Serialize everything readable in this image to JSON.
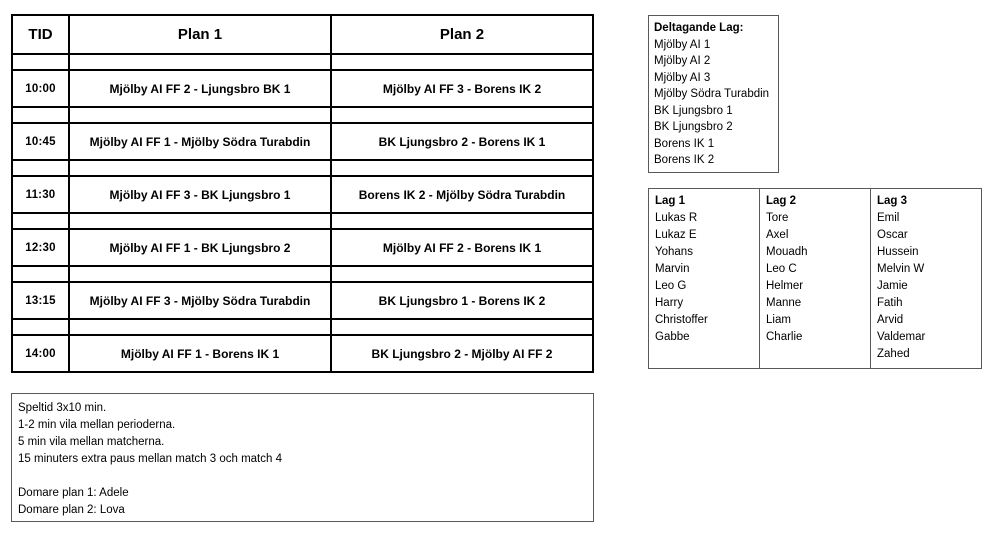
{
  "schedule": {
    "columns": [
      "TID",
      "Plan 1",
      "Plan 2"
    ],
    "rows": [
      {
        "time": "10:00",
        "plan1": "Mjölby AI FF 2 - Ljungsbro BK 1",
        "plan2": "Mjölby AI FF 3 - Borens IK 2"
      },
      {
        "time": "10:45",
        "plan1": "Mjölby AI FF 1 - Mjölby Södra Turabdin",
        "plan2": "BK Ljungsbro 2 - Borens IK 1"
      },
      {
        "time": "11:30",
        "plan1": "Mjölby AI FF 3 - BK Ljungsbro 1",
        "plan2": "Borens IK 2 - Mjölby Södra Turabdin"
      },
      {
        "time": "12:30",
        "plan1": "Mjölby AI FF 1 - BK Ljungsbro 2",
        "plan2": "Mjölby AI FF 2 - Borens IK 1"
      },
      {
        "time": "13:15",
        "plan1": "Mjölby AI FF 3 - Mjölby Södra Turabdin",
        "plan2": "BK Ljungsbro 1 - Borens IK 2"
      },
      {
        "time": "14:00",
        "plan1": "Mjölby AI FF 1 - Borens IK 1",
        "plan2": "BK Ljungsbro 2 - Mjölby AI FF 2"
      }
    ]
  },
  "participating_teams": {
    "title": "Deltagande Lag:",
    "items": [
      "Mjölby AI 1",
      "Mjölby AI 2",
      "Mjölby AI 3",
      "Mjölby Södra Turabdin",
      "BK Ljungsbro 1",
      "BK Ljungsbro 2",
      "Borens IK 1",
      "Borens IK 2"
    ]
  },
  "rosters": [
    {
      "title": "Lag 1",
      "players": [
        "Lukas R",
        "Lukaz E",
        "Yohans",
        "Marvin",
        "Leo G",
        "Harry",
        "Christoffer",
        "Gabbe"
      ]
    },
    {
      "title": "Lag 2",
      "players": [
        "Tore",
        "Axel",
        "Mouadh",
        "Leo C",
        "Helmer",
        "Manne",
        "Liam",
        "Charlie"
      ]
    },
    {
      "title": "Lag 3",
      "players": [
        "Emil",
        "Oscar",
        "Hussein",
        "Melvin W",
        "Jamie",
        "Fatih",
        "Arvid",
        "Valdemar",
        "Zahed"
      ]
    }
  ],
  "notes": {
    "lines": [
      "Speltid 3x10 min.",
      "1-2 min vila mellan perioderna.",
      "5 min vila mellan matcherna.",
      "15 minuters extra paus mellan match 3 och match 4",
      "",
      "Domare plan 1: Adele",
      "Domare plan 2: Lova"
    ]
  },
  "colors": {
    "table_border": "#000000",
    "box_border": "#595959",
    "text": "#000000",
    "background": "#ffffff"
  }
}
